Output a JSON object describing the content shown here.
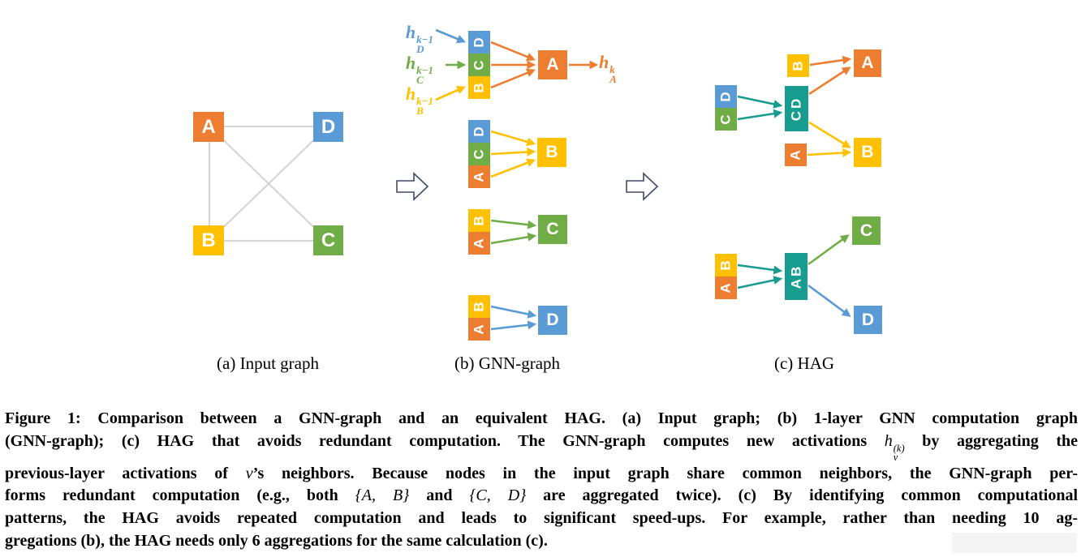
{
  "palette": {
    "orange": "#ED7D31",
    "yellow": "#FFC000",
    "green": "#70AD47",
    "blue": "#5B9BD5",
    "teal": "#189C90",
    "edge_gray": "#D6D6D6",
    "hollow_arrow_outline": "#3E4A66",
    "caption_text": "#000000"
  },
  "panel_a": {
    "caption": "(a) Input  graph",
    "nodes": [
      {
        "label": "A",
        "color": "orange"
      },
      {
        "label": "D",
        "color": "blue"
      },
      {
        "label": "B",
        "color": "yellow"
      },
      {
        "label": "C",
        "color": "green"
      }
    ]
  },
  "panel_b": {
    "caption": "(b) GNN-graph",
    "input_labels": [
      {
        "base": "h",
        "sup": "k−1",
        "sub": "D"
      },
      {
        "base": "h",
        "sup": "k−1",
        "sub": "C"
      },
      {
        "base": "h",
        "sup": "k−1",
        "sub": "B"
      }
    ],
    "output_label": {
      "base": "h",
      "sup": "k",
      "sub": "A"
    },
    "groups": [
      {
        "target": "A",
        "inputs": [
          "D",
          "C",
          "B"
        ]
      },
      {
        "target": "B",
        "inputs": [
          "D",
          "C",
          "A"
        ]
      },
      {
        "target": "C",
        "inputs": [
          "B",
          "A"
        ]
      },
      {
        "target": "D",
        "inputs": [
          "B",
          "A"
        ]
      }
    ]
  },
  "panel_c": {
    "caption": "(c) HAG",
    "top": {
      "stack": [
        "D",
        "C"
      ],
      "aggregate": "CD",
      "input_b": "B",
      "input_a": "A",
      "target_a": "A",
      "target_b": "B"
    },
    "bottom": {
      "stack": [
        "B",
        "A"
      ],
      "aggregate": "AB",
      "target_c": "C",
      "target_d": "D"
    }
  },
  "caption": {
    "lines": [
      [
        {
          "t": "Figure 1: Comparison between a GNN-graph and an equivalent HAG. (a) Input graph; (b) 1-layer GNN computation graph"
        }
      ],
      [
        {
          "t": "(GNN-graph); (c) HAG that avoids redundant computation. The GNN-graph computes new activations "
        },
        {
          "k": "supsub",
          "t": "h",
          "sup": "(k)",
          "sub": "v"
        },
        {
          "t": " by aggregating the"
        }
      ],
      [
        {
          "t": "previous-layer activations of "
        },
        {
          "k": "var",
          "t": "v"
        },
        {
          "t": "’s neighbors. Because nodes in the input graph share common neighbors, the GNN-graph per-"
        }
      ],
      [
        {
          "t": "forms redundant computation (e.g., both "
        },
        {
          "k": "set",
          "t": "{A, B}"
        },
        {
          "t": " and "
        },
        {
          "k": "set",
          "t": "{C, D}"
        },
        {
          "t": " are aggregated twice). (c) By identifying common computational"
        }
      ],
      [
        {
          "t": "patterns, the HAG avoids repeated computation and leads to significant speed-ups. For example, rather than needing 10 ag-"
        }
      ],
      [
        {
          "t": "gregations (b), the HAG needs only 6 aggregations for the same calculation (c)."
        }
      ]
    ]
  }
}
